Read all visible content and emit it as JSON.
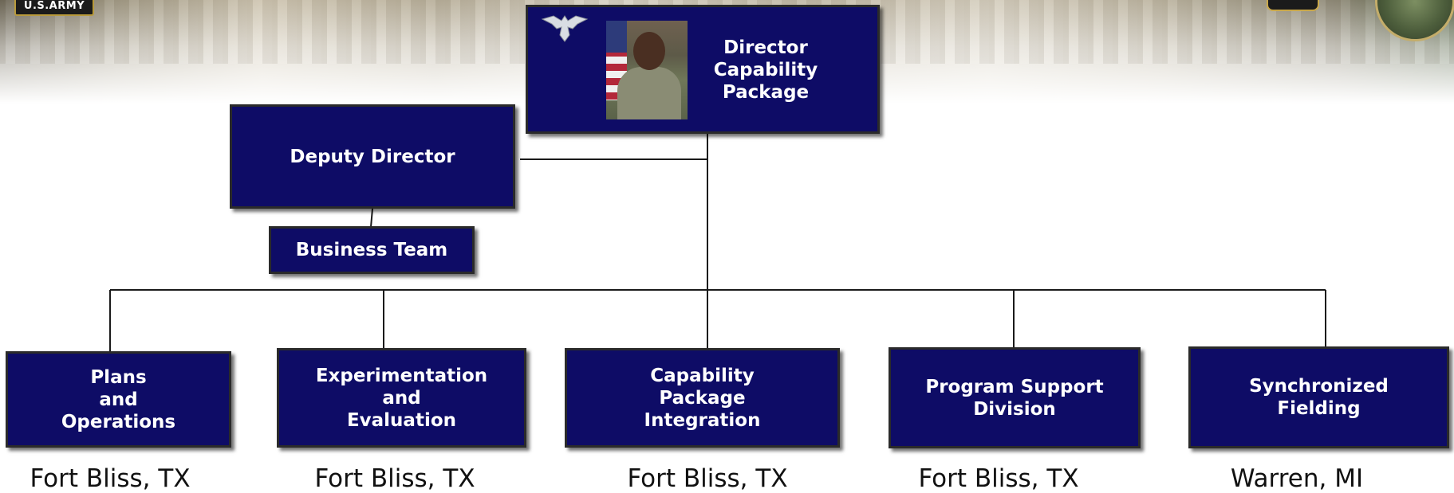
{
  "header": {
    "army_logo_text": "U.S.ARMY"
  },
  "director": {
    "title": "Director\nCapability\nPackage",
    "photo_icon": "portrait-photo",
    "rank_icon": "colonel-eagle-insignia"
  },
  "deputy": {
    "label": "Deputy Director"
  },
  "business_team": {
    "label": "Business Team"
  },
  "divisions": [
    {
      "label": "Plans\nand\nOperations",
      "location": "Fort Bliss, TX"
    },
    {
      "label": "Experimentation\nand\nEvaluation",
      "location": "Fort Bliss, TX"
    },
    {
      "label": "Capability\nPackage\nIntegration",
      "location": "Fort Bliss, TX"
    },
    {
      "label": "Program Support\nDivision",
      "location": "Fort Bliss, TX"
    },
    {
      "label": "Synchronized\nFielding",
      "location": "Warren, MI"
    }
  ],
  "colors": {
    "box_fill": "#0e0c66",
    "box_border": "#2a2a2a",
    "connector": "#1a1a1a"
  }
}
